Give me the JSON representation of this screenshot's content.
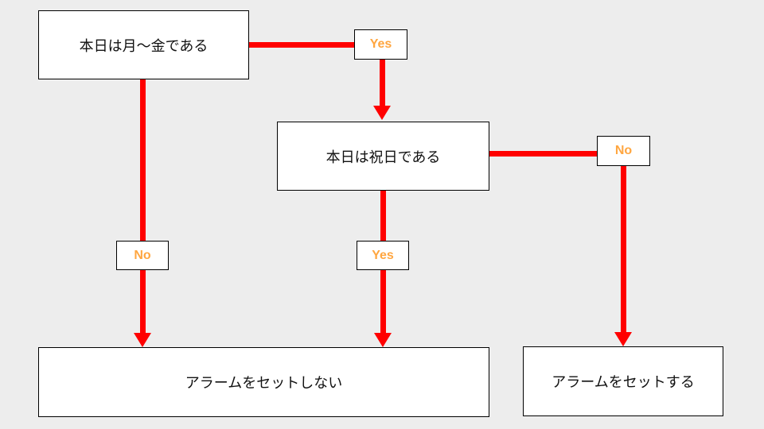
{
  "diagram": {
    "type": "flowchart",
    "nodes": {
      "weekday_check": "本日は月～金である",
      "holiday_check": "本日は祝日である",
      "no_alarm": "アラームをセットしない",
      "set_alarm": "アラームをセットする"
    },
    "labels": {
      "yes_top": "Yes",
      "no_right": "No",
      "no_left": "No",
      "yes_mid": "Yes"
    },
    "colors": {
      "background": "#ededed",
      "arrow": "#ff0000",
      "label_text": "#ffa640",
      "node_border": "#000000",
      "node_fill": "#ffffff"
    }
  }
}
